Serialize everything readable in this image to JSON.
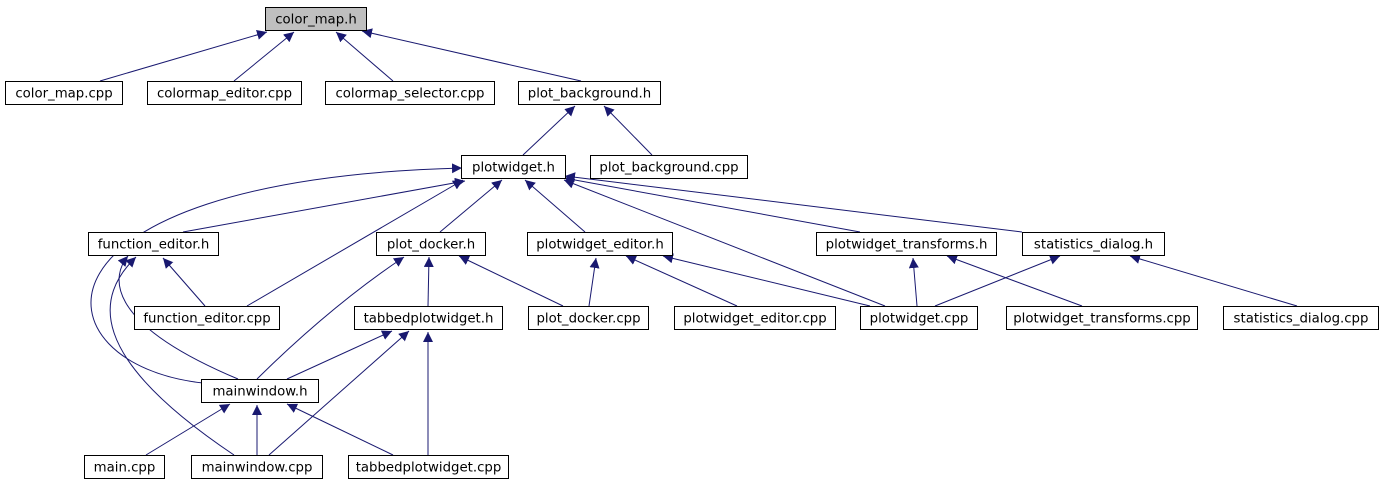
{
  "graph": {
    "colors": {
      "edge": "#191970",
      "node_border": "#000000",
      "node_fill": "#ffffff",
      "root_fill": "#bfbfbf"
    },
    "root": "color_map_h",
    "nodes": [
      {
        "id": "color_map_h",
        "label": "color_map.h"
      },
      {
        "id": "color_map_cpp",
        "label": "color_map.cpp"
      },
      {
        "id": "colormap_editor_cpp",
        "label": "colormap_editor.cpp"
      },
      {
        "id": "colormap_selector_cpp",
        "label": "colormap_selector.cpp"
      },
      {
        "id": "plot_background_h",
        "label": "plot_background.h"
      },
      {
        "id": "plotwidget_h",
        "label": "plotwidget.h"
      },
      {
        "id": "plot_background_cpp",
        "label": "plot_background.cpp"
      },
      {
        "id": "function_editor_h",
        "label": "function_editor.h"
      },
      {
        "id": "plot_docker_h",
        "label": "plot_docker.h"
      },
      {
        "id": "plotwidget_editor_h",
        "label": "plotwidget_editor.h"
      },
      {
        "id": "plotwidget_transforms_h",
        "label": "plotwidget_transforms.h"
      },
      {
        "id": "statistics_dialog_h",
        "label": "statistics_dialog.h"
      },
      {
        "id": "function_editor_cpp",
        "label": "function_editor.cpp"
      },
      {
        "id": "tabbedplotwidget_h",
        "label": "tabbedplotwidget.h"
      },
      {
        "id": "plot_docker_cpp",
        "label": "plot_docker.cpp"
      },
      {
        "id": "plotwidget_editor_cpp",
        "label": "plotwidget_editor.cpp"
      },
      {
        "id": "plotwidget_cpp",
        "label": "plotwidget.cpp"
      },
      {
        "id": "plotwidget_transforms_cpp",
        "label": "plotwidget_transforms.cpp"
      },
      {
        "id": "statistics_dialog_cpp",
        "label": "statistics_dialog.cpp"
      },
      {
        "id": "mainwindow_h",
        "label": "mainwindow.h"
      },
      {
        "id": "main_cpp",
        "label": "main.cpp"
      },
      {
        "id": "mainwindow_cpp",
        "label": "mainwindow.cpp"
      },
      {
        "id": "tabbedplotwidget_cpp",
        "label": "tabbedplotwidget.cpp"
      }
    ],
    "edges": [
      {
        "from": "color_map_cpp",
        "to": "color_map_h"
      },
      {
        "from": "colormap_editor_cpp",
        "to": "color_map_h"
      },
      {
        "from": "colormap_selector_cpp",
        "to": "color_map_h"
      },
      {
        "from": "plot_background_h",
        "to": "color_map_h"
      },
      {
        "from": "plotwidget_h",
        "to": "plot_background_h"
      },
      {
        "from": "plot_background_cpp",
        "to": "plot_background_h"
      },
      {
        "from": "function_editor_h",
        "to": "plotwidget_h"
      },
      {
        "from": "function_editor_cpp",
        "to": "plotwidget_h"
      },
      {
        "from": "plot_docker_h",
        "to": "plotwidget_h"
      },
      {
        "from": "plotwidget_editor_h",
        "to": "plotwidget_h"
      },
      {
        "from": "plotwidget_cpp",
        "to": "plotwidget_h"
      },
      {
        "from": "plotwidget_transforms_h",
        "to": "plotwidget_h"
      },
      {
        "from": "statistics_dialog_h",
        "to": "plotwidget_h"
      },
      {
        "from": "mainwindow_h",
        "to": "plotwidget_h"
      },
      {
        "from": "function_editor_cpp",
        "to": "function_editor_h"
      },
      {
        "from": "mainwindow_h",
        "to": "function_editor_h"
      },
      {
        "from": "mainwindow_cpp",
        "to": "function_editor_h"
      },
      {
        "from": "mainwindow_h",
        "to": "plot_docker_h"
      },
      {
        "from": "tabbedplotwidget_h",
        "to": "plot_docker_h"
      },
      {
        "from": "plot_docker_cpp",
        "to": "plot_docker_h"
      },
      {
        "from": "plot_docker_cpp",
        "to": "plotwidget_editor_h"
      },
      {
        "from": "plotwidget_editor_cpp",
        "to": "plotwidget_editor_h"
      },
      {
        "from": "plotwidget_cpp",
        "to": "plotwidget_editor_h"
      },
      {
        "from": "plotwidget_cpp",
        "to": "plotwidget_transforms_h"
      },
      {
        "from": "plotwidget_transforms_cpp",
        "to": "plotwidget_transforms_h"
      },
      {
        "from": "plotwidget_cpp",
        "to": "statistics_dialog_h"
      },
      {
        "from": "statistics_dialog_cpp",
        "to": "statistics_dialog_h"
      },
      {
        "from": "mainwindow_h",
        "to": "tabbedplotwidget_h"
      },
      {
        "from": "mainwindow_cpp",
        "to": "tabbedplotwidget_h"
      },
      {
        "from": "tabbedplotwidget_cpp",
        "to": "tabbedplotwidget_h"
      },
      {
        "from": "main_cpp",
        "to": "mainwindow_h"
      },
      {
        "from": "mainwindow_cpp",
        "to": "mainwindow_h"
      },
      {
        "from": "tabbedplotwidget_cpp",
        "to": "mainwindow_h"
      }
    ]
  }
}
